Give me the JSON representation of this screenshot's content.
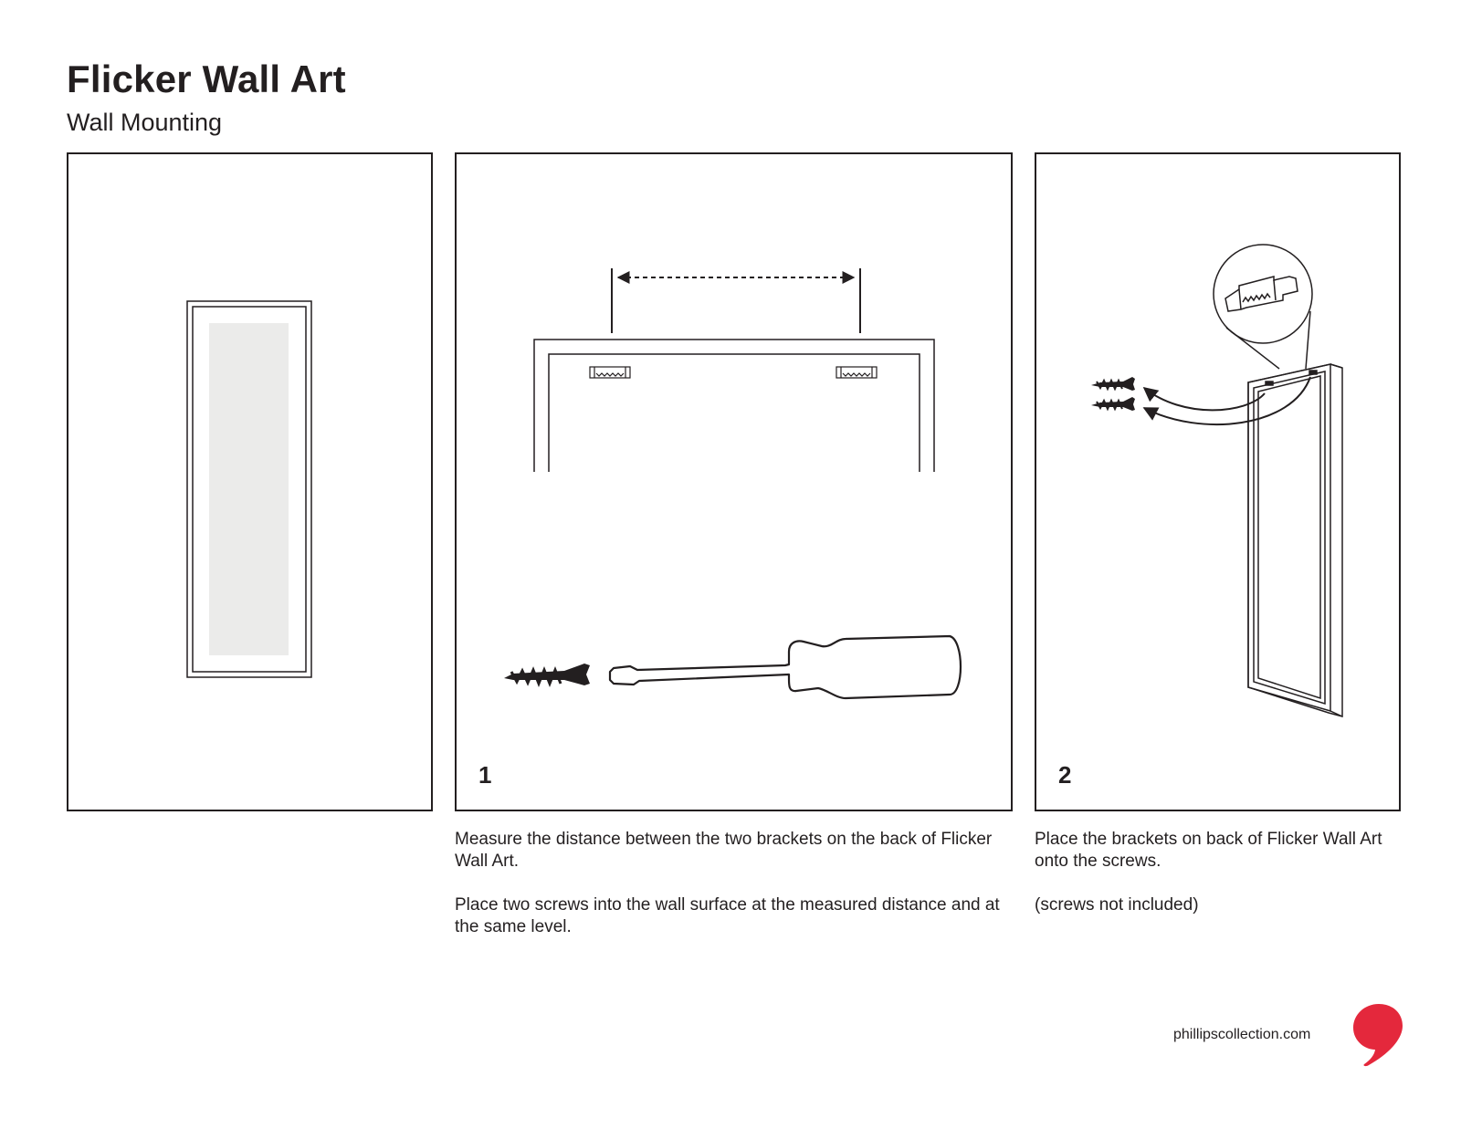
{
  "header": {
    "title": "Flicker Wall Art",
    "subtitle": "Wall Mounting"
  },
  "steps": [
    {
      "number": "1",
      "paragraphs": [
        "Measure the distance between the two brackets on the back of Flicker Wall Art.",
        "Place two screws into the wall surface at the measured distance and at the same level."
      ]
    },
    {
      "number": "2",
      "paragraphs": [
        "Place the brackets on back of Flicker Wall Art onto the screws.",
        "(screws not included)"
      ]
    }
  ],
  "footer": {
    "url": "phillipscollection.com"
  },
  "colors": {
    "ink": "#231f20",
    "art_fill": "#ebebea",
    "brand_red": "#e4283c"
  },
  "icons": {
    "logo": "phillips-collection-logo",
    "screw": "screw-icon",
    "screwdriver": "screwdriver-icon",
    "bracket": "sawtooth-bracket-icon"
  }
}
